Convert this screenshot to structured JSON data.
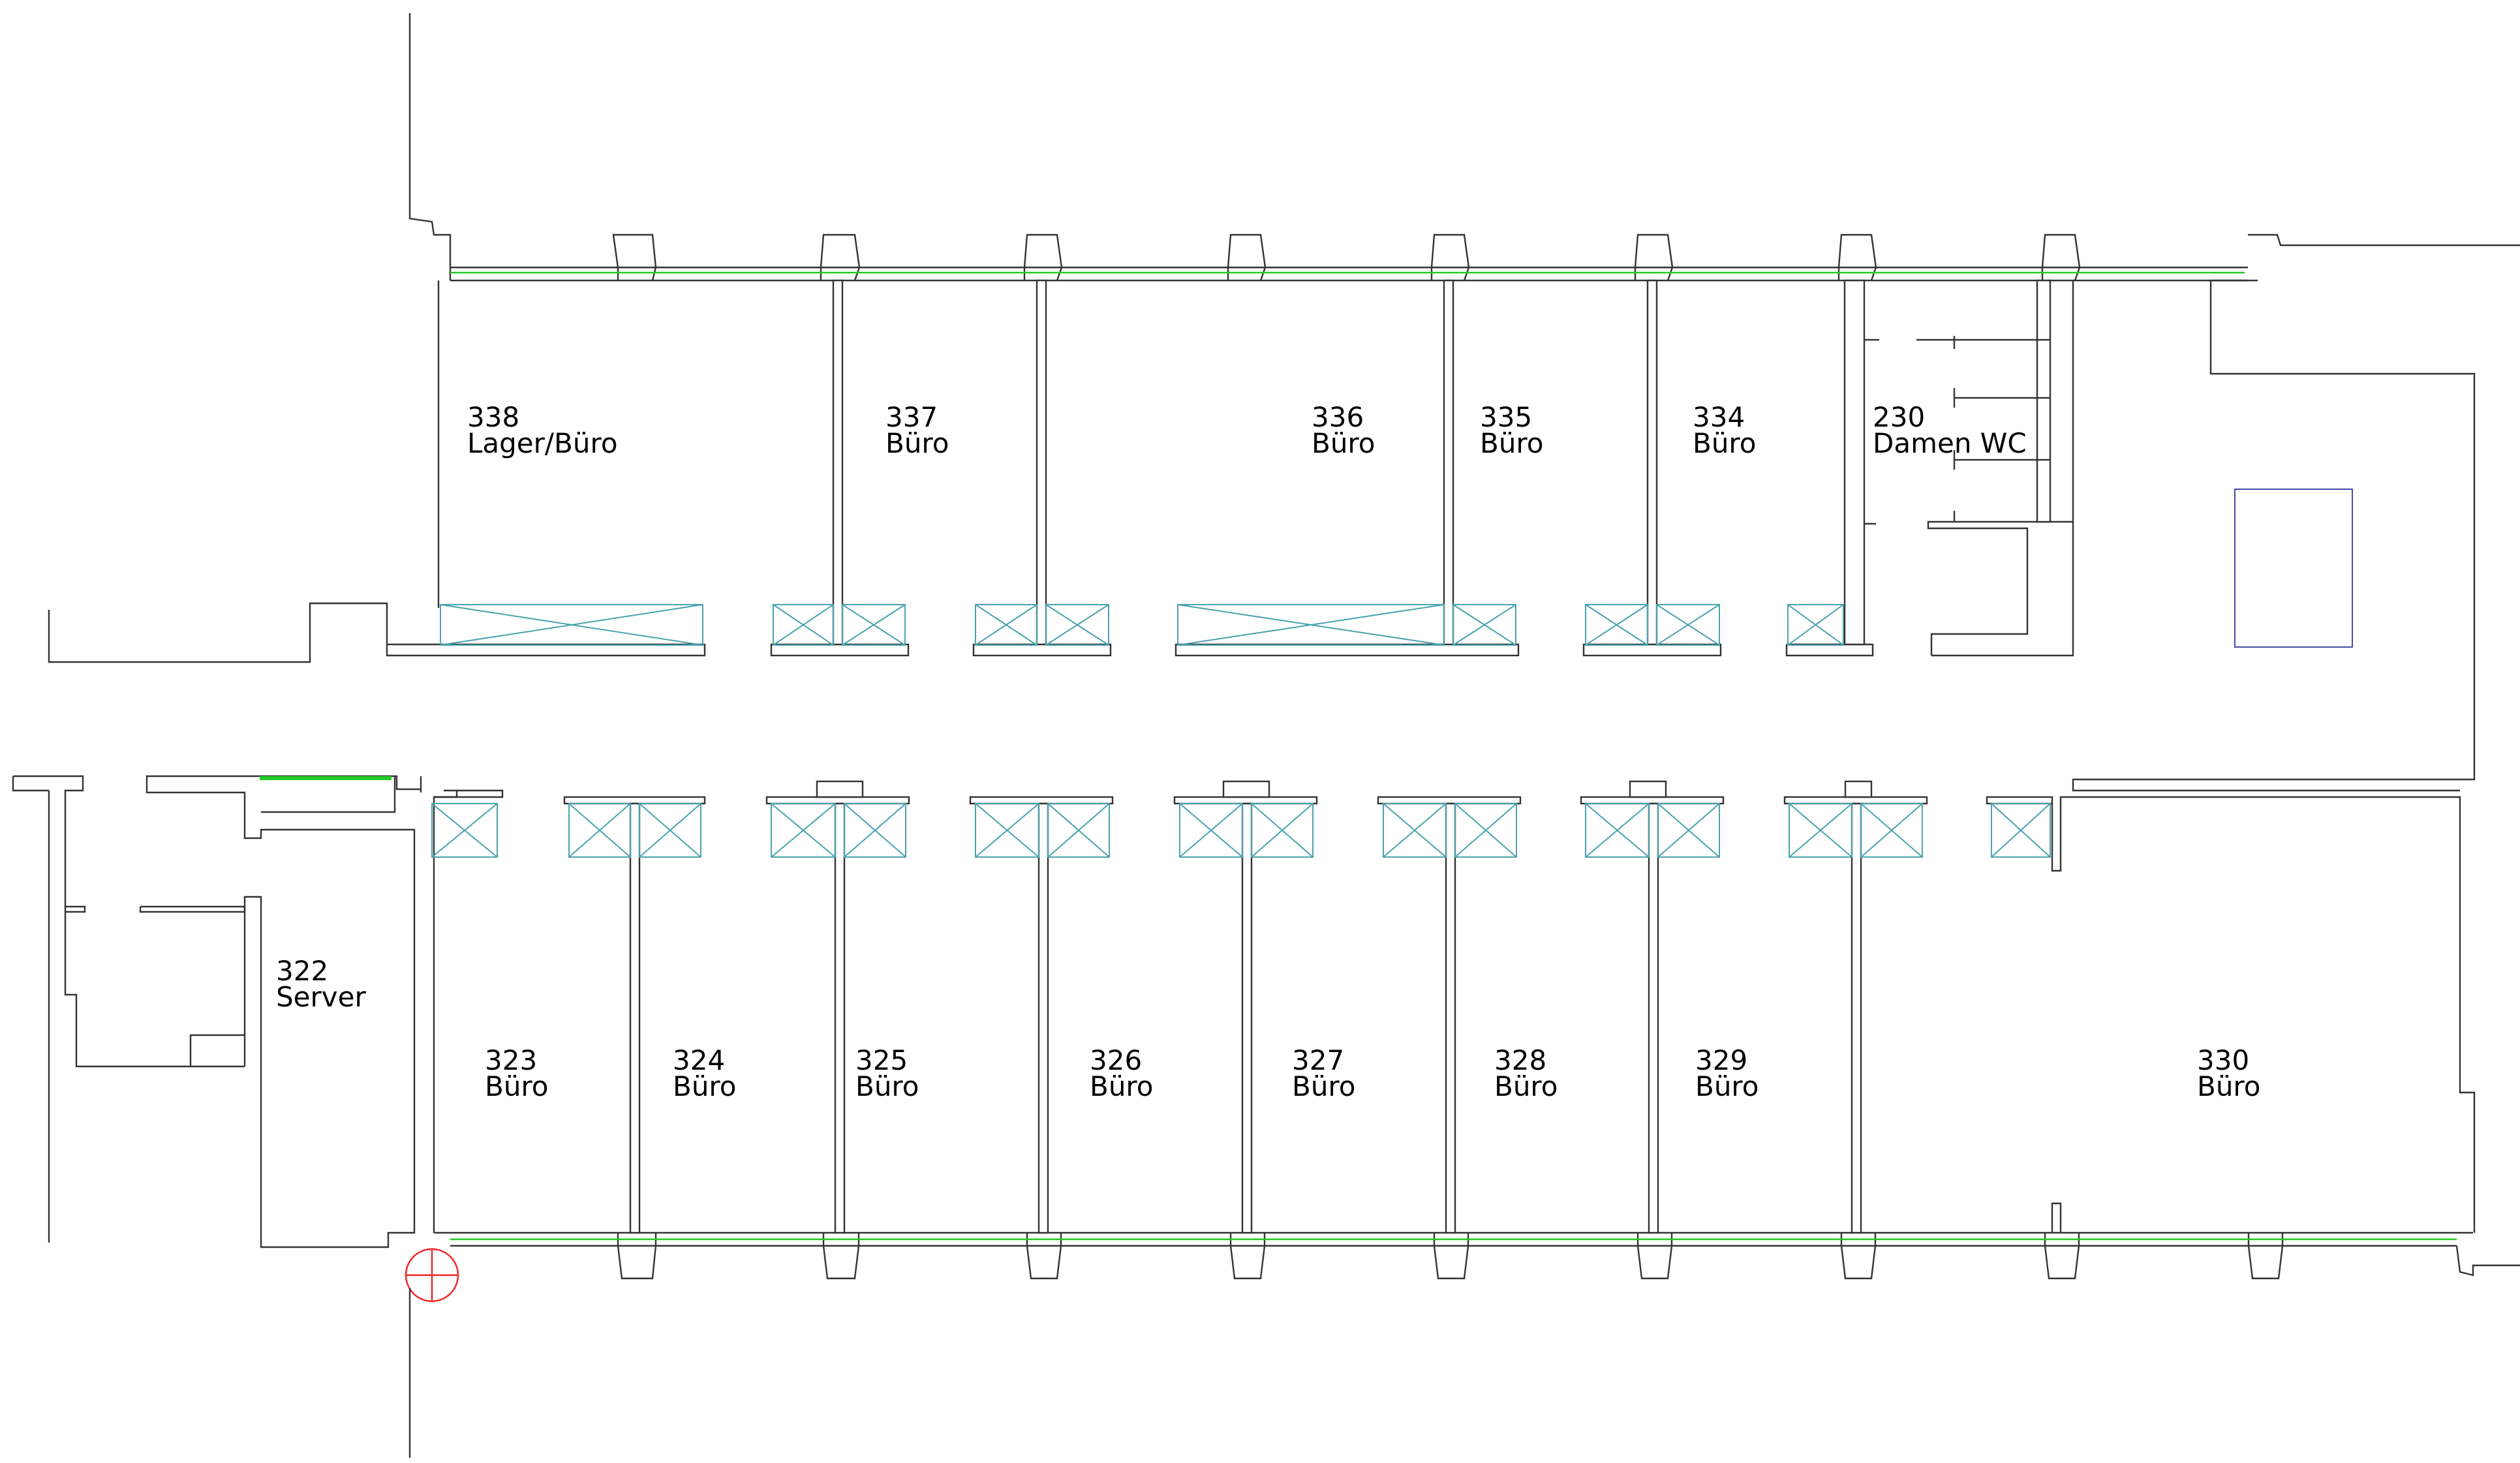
{
  "colors": {
    "wall": "#333333",
    "glazing": "#22cc22",
    "cabinet": "#4aa3ae",
    "shaft": "#4a4aa8",
    "marker": "#ee2222"
  },
  "rooms": [
    {
      "number": "338",
      "use": "Lager/Büro"
    },
    {
      "number": "337",
      "use": "Büro"
    },
    {
      "number": "336",
      "use": "Büro"
    },
    {
      "number": "335",
      "use": "Büro"
    },
    {
      "number": "334",
      "use": "Büro"
    },
    {
      "number": "230",
      "use": "Damen WC"
    },
    {
      "number": "322",
      "use": "Server"
    },
    {
      "number": "323",
      "use": "Büro"
    },
    {
      "number": "324",
      "use": "Büro"
    },
    {
      "number": "325",
      "use": "Büro"
    },
    {
      "number": "326",
      "use": "Büro"
    },
    {
      "number": "327",
      "use": "Büro"
    },
    {
      "number": "328",
      "use": "Büro"
    },
    {
      "number": "329",
      "use": "Büro"
    },
    {
      "number": "330",
      "use": "Büro"
    }
  ]
}
